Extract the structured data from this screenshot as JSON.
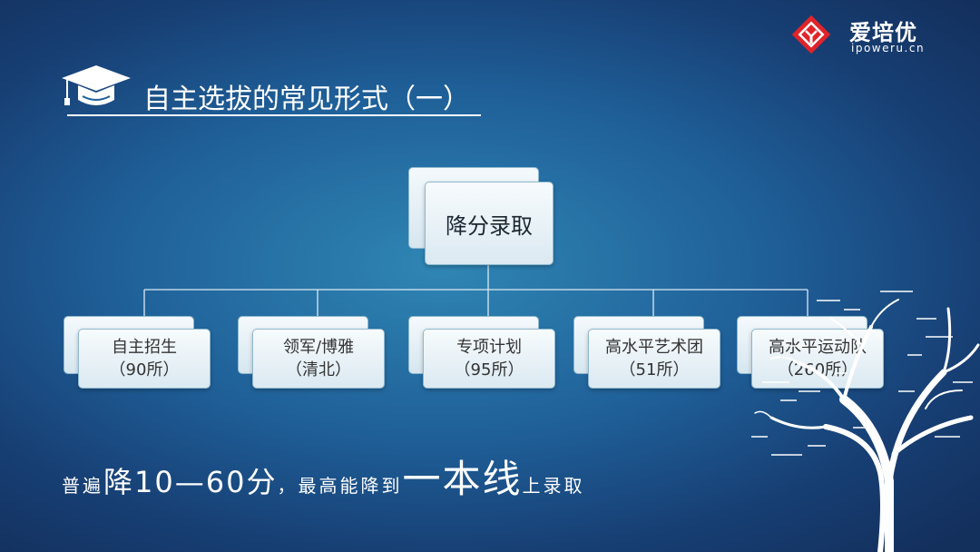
{
  "brand": {
    "name": "爱培优",
    "url": "ipoweru.cn",
    "color": "#e0242a"
  },
  "title": "自主选拔的常见形式（一）",
  "root": {
    "label": "降分录取"
  },
  "children": [
    {
      "name": "自主招生",
      "detail": "（90所）"
    },
    {
      "name": "领军/博雅",
      "detail": "（清北）"
    },
    {
      "name": "专项计划",
      "detail": "（95所）"
    },
    {
      "name": "高水平艺术团",
      "detail": "（51所）"
    },
    {
      "name": "高水平运动队",
      "detail": "（260所）"
    }
  ],
  "summary": {
    "p1": "普遍",
    "p2": "降10—60分",
    "p3": "，最高能降到",
    "p4": "一本线",
    "p5": "上录取"
  },
  "colors": {
    "background": "#1f5f98",
    "box_fill": "#eaf3f8",
    "connector": "#dce9f2",
    "text_on_box": "#333333"
  }
}
